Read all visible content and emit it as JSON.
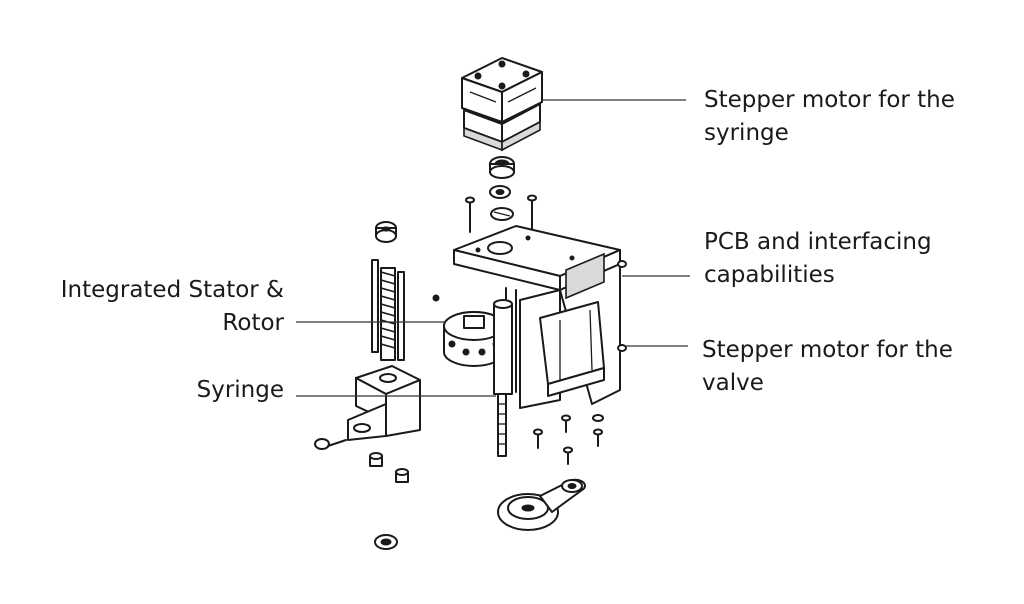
{
  "labels": {
    "stepper_syringe": {
      "line1": "Stepper motor for the",
      "line2": "syringe"
    },
    "pcb": {
      "line1": "PCB and interfacing",
      "line2": "capabilities"
    },
    "stepper_valve": {
      "line1": "Stepper motor for the",
      "line2": "valve"
    },
    "stator_rotor": {
      "line1": "Integrated Stator &",
      "line2": "Rotor"
    },
    "syringe": {
      "line1": "Syringe"
    }
  },
  "colors": {
    "ink": "#1a1a1a",
    "background": "#ffffff",
    "shade": "#d9d9d9"
  }
}
